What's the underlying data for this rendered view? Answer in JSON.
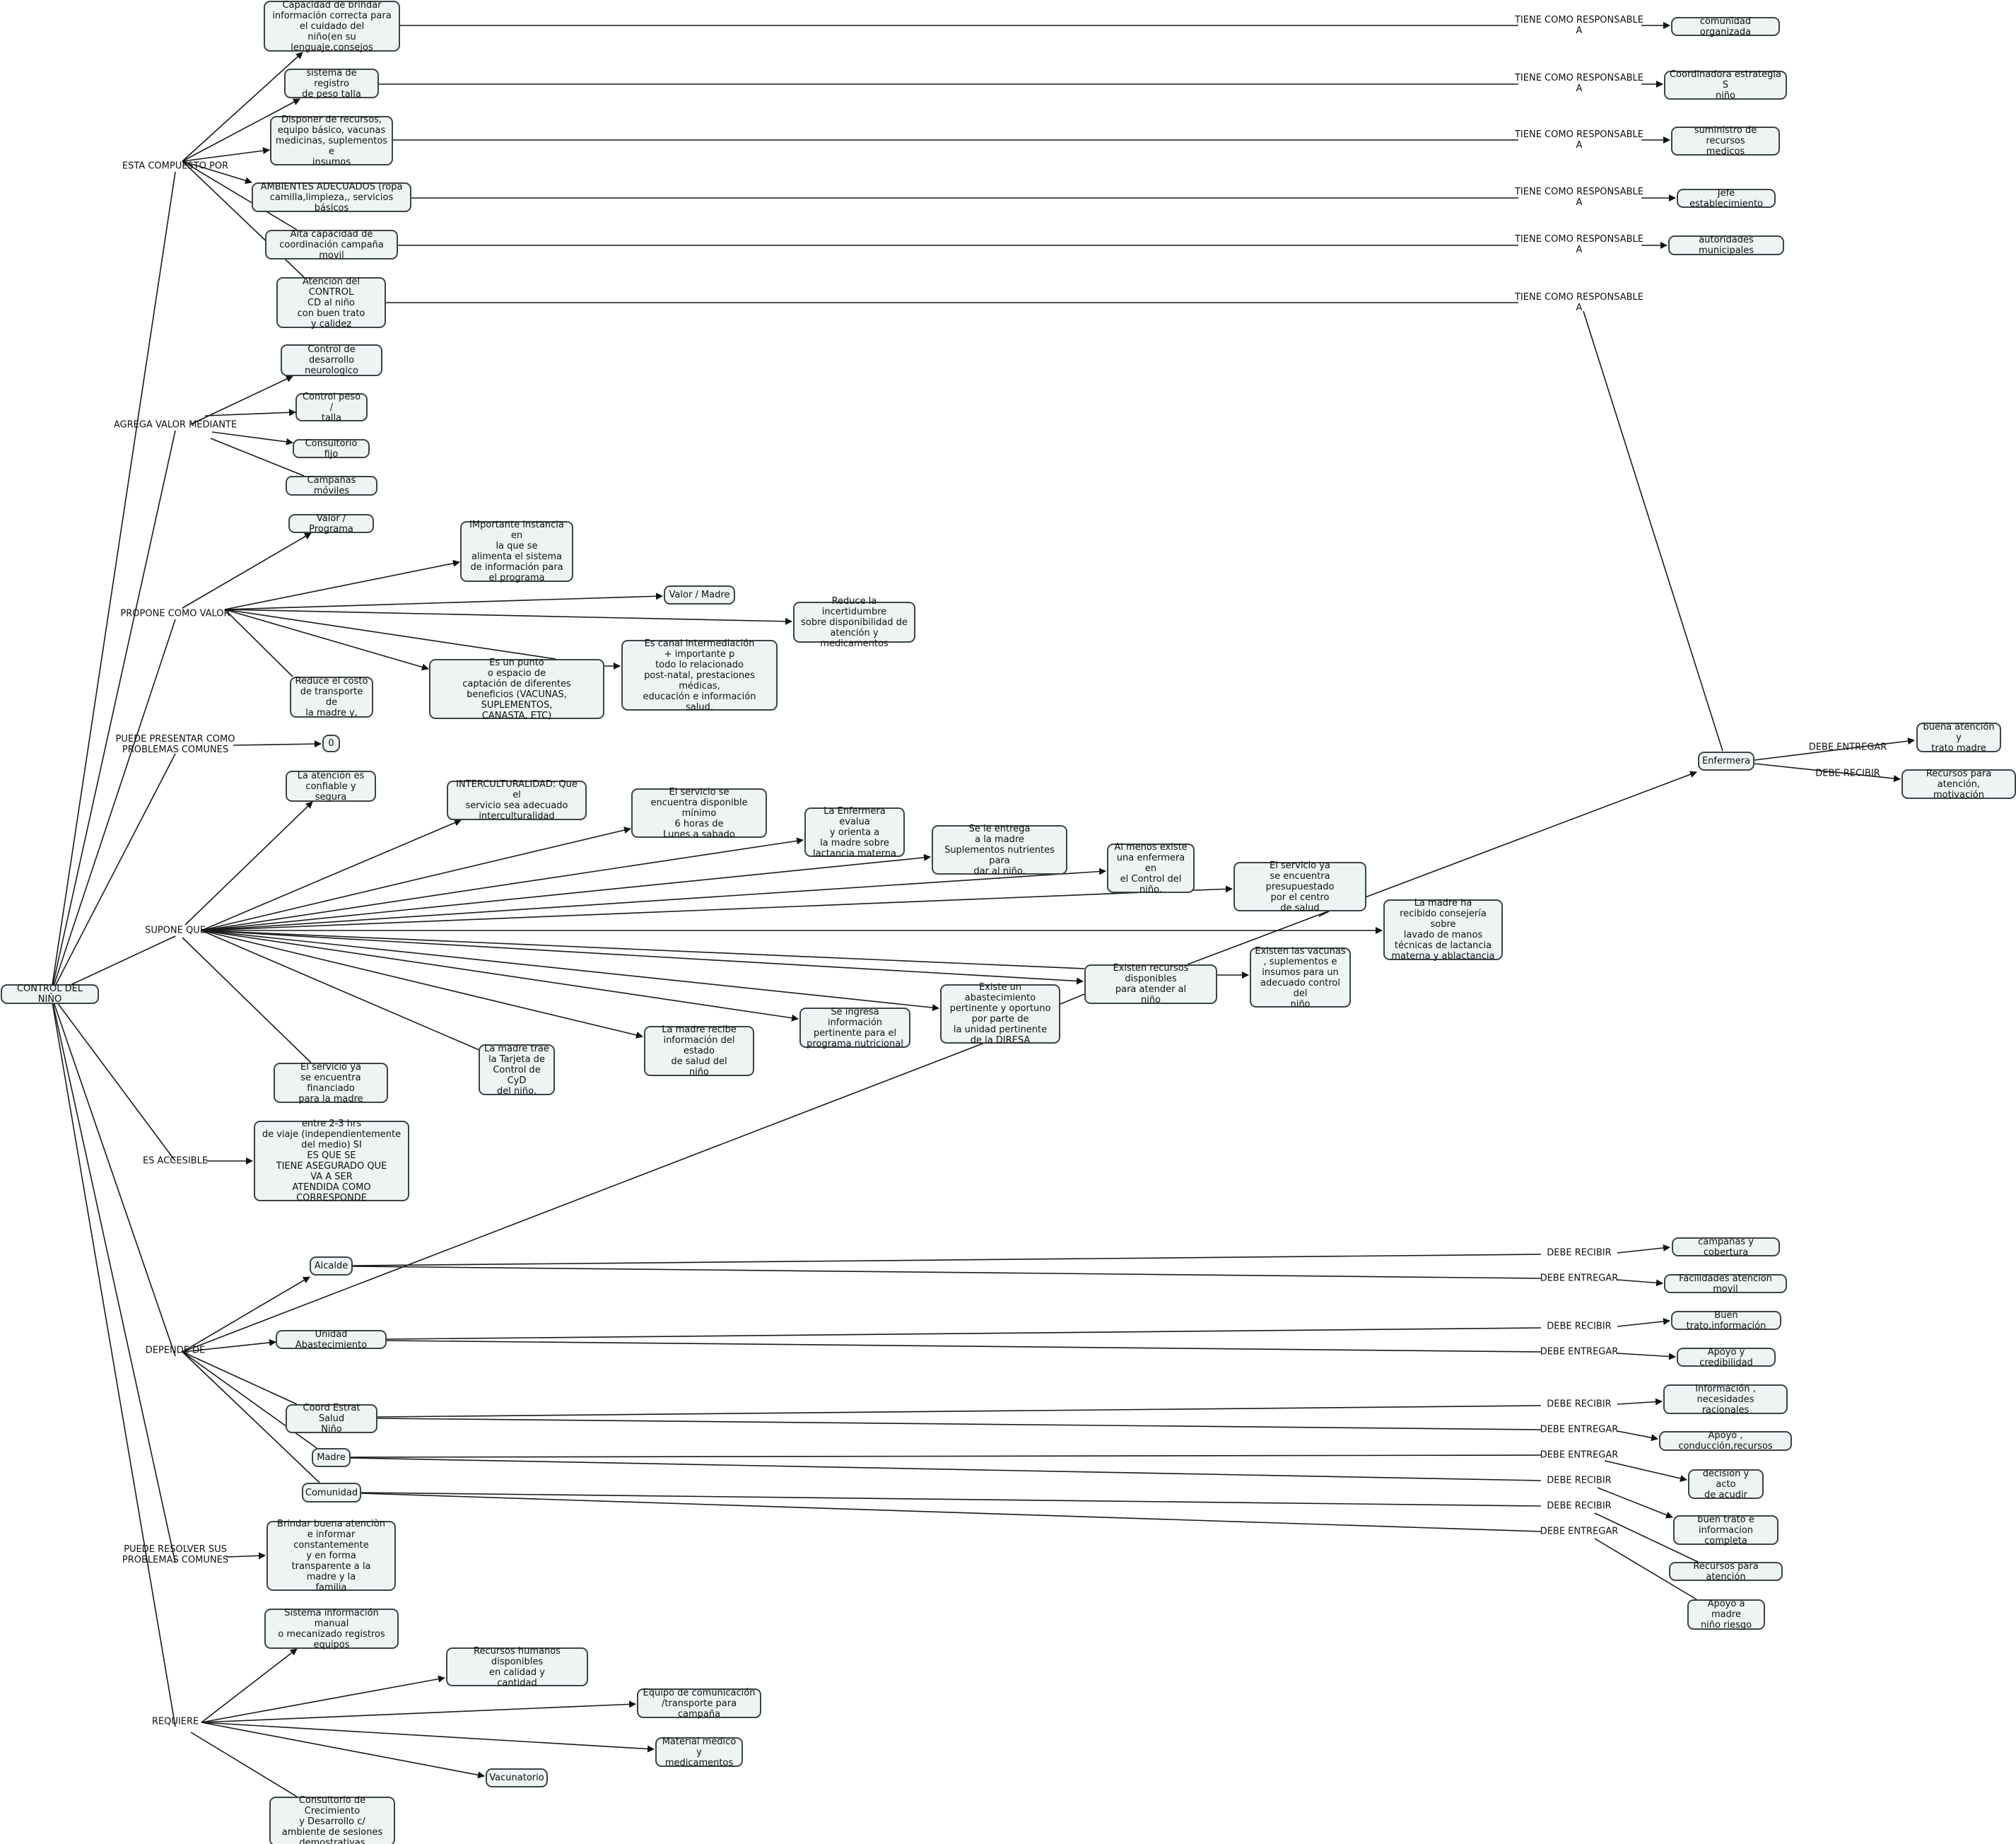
{
  "nodes": {
    "root": "CONTROL DEL NIÑO",
    "c1": "Capacidad de brindar\ninformación correcta para\nel cuidado del\nniño(en su lenguaje,consejos",
    "c2": "sistema de registro\nde peso talla",
    "c3": "Disponer de recursos,\nequipo básico, vacunas\nmedicinas, suplementos e\ninsumos",
    "c4": "AMBIENTES ADECUADOS (ropa\ncamilla,limpieza,, servicios básicos",
    "c5": "Alta capacidad de\ncoordinación campaña movil",
    "c6": "Atencion del CONTROL\nCD al niño\ncon buen trato\ny calidez",
    "r1": "comunidad organizada",
    "r2": "Coordinadora estrategia S\nniño",
    "r3": "suministro de recursos\nmedicos",
    "r4": "Jefe establecimiento",
    "r5": "autoridades municipales",
    "a1": "Control de desarrollo\nneurologico",
    "a2": "Control peso /\ntalla",
    "a3": "Consultorio fijo",
    "a4": "Campañas móviles",
    "p1": "Valor / Programa",
    "p2": "IMportante instancia en\nla que se\nalimenta el sistema\nde información para\nel programa",
    "p3": "Valor / Madre",
    "p4": "Reduce la incertidumbre\nsobre disponibilidad de\natención y medicamentos",
    "p5": "Es un punto\no espacio de\ncaptación de diferentes\nbeneficios (VACUNAS, SUPLEMENTOS,\nCANASTA, ETC)",
    "p6": "Es canal intermediación\n+ importante p\ntodo lo relacionado\npost-natal, prestaciones médicas,\neducación e información\nsalud.",
    "p7": "Reduce el costo\nde transporte de\nla madre y,",
    "pp0": "0",
    "s1": "La atención es\nconfiable y segura",
    "s2": "INTERCULTURALIDAD: Que el\nservicio sea adecuado\ninterculturalidad",
    "s3": "El servicio se\nencuentra disponible mínimo\n6 horas de\nLunes a sabado",
    "s4": "La Enfermera evalua\ny orienta a\nla madre sobre\nlactancia materna",
    "s5": "Se le entrega\na la madre\nSuplementos nutrientes para\ndar al niño.",
    "s6": "Al menos existe\nuna enfermera en\nel Control del\nniño.",
    "s7": "El servicio ya\nse encuentra presupuestado\npor el centro\nde salud",
    "s8": "La madre ha\nrecibido consejería sobre\nlavado de manos\ntécnicas de lactancia\nmaterna y ablactancia",
    "s9": "Existen recursos disponibles\npara atender al\nniño",
    "s10": "Existen las vacunas\n, suplementos e\ninsumos para un\nadecuado control del\nniño",
    "s11": "Existe un abastecimiento\npertinente y oportuno\npor parte de\nla unidad pertinente\nde la DIRESA",
    "s12": "Se ingresa información\npertinente para el\nprograma nutricional",
    "s13": "La madre recibe\ninformación del estado\nde salud del\nniño",
    "s14": "La madre trae\nla Tarjeta de\nControl de CyD\ndel niño.",
    "s15": "El servicio ya\nse encuentra financiado\npara la madre",
    "enf": "Enfermera",
    "enf1": "buena atención y\ntrato madre",
    "enf2": "Recursos para atención,\nmotivación",
    "e1": "entre 2-3 hrs\nde viaje (independientemente\ndel medio) SI\nES QUE SE\nTIENE ASEGURADO QUE\nVA A SER\nATENDIDA COMO CORRESPONDE",
    "d1": "Alcalde",
    "d2": "Unidad Abastecimiento",
    "d3": "Coord Estrat Salud\nNiño",
    "d4": "Madre",
    "d5": "Comunidad",
    "o1": "campañas y cobertura",
    "o2": "Facilidades atencion movil",
    "o3": "Buen trato,información",
    "o4": "Apoyo y credibilidad",
    "o5": "Información , necesidades\nracionales",
    "o6": "Apoyo , conducción,recursos",
    "o7": "decision y acto\nde acudir",
    "o8": "buen trato e\ninformacion completa",
    "o9": "Recursos para atención",
    "o10": "Apoyo a madre\nniño riesgo",
    "ps1": "Brindar buena atenciòn\ne informar constantemente\ny en forma\ntransparente a la\nmadre y la\nfamilia",
    "q1": "Sistema información manual\no mecanizado registros\nequipos",
    "q2": "Recursos humanos disponibles\nen calidad y\ncantidad",
    "q3": "Equipo de comunicación\n/transporte para campaña",
    "q4": "Material medico y\nmedicamentos",
    "q5": "Vacunatorio",
    "q6": "Consultorio de Crecimiento\ny Desarrollo c/\nambiente de sesiones\ndemostrativas"
  },
  "labels": {
    "L_comp": "ESTA COMPUESTO POR",
    "L_agrega": "AGREGA VALOR MEDIANTE",
    "L_propone": "PROPONE COMO VALOR",
    "L_puede": "PUEDE PRESENTAR COMO\nPROBLEMAS COMUNES",
    "L_supone": "SUPONE QUE",
    "L_acces": "ES ACCESIBLE",
    "L_depende": "DEPENDE DE",
    "L_resolver": "PUEDE RESOLVER SUS\nPROBLEMAS COMUNES",
    "L_requiere": "REQUIERE",
    "T1": "TIENE COMO RESPONSABLE\nA",
    "T2": "TIENE COMO RESPONSABLE\nA",
    "T3": "TIENE COMO RESPONSABLE\nA",
    "T4": "TIENE COMO RESPONSABLE\nA",
    "T5": "TIENE COMO RESPONSABLE\nA",
    "T6": "TIENE COMO RESPONSABLE\nA",
    "EE": "DEBE ENTREGAR",
    "ER": "DEBE RECIBIR",
    "D1R": "DEBE RECIBIR",
    "D1E": "DEBE ENTREGAR",
    "D2R": "DEBE RECIBIR",
    "D2E": "DEBE ENTREGAR",
    "D3R": "DEBE RECIBIR",
    "D3E": "DEBE ENTREGAR",
    "D4E": "DEBE ENTREGAR",
    "D4R": "DEBE RECIBIR",
    "D5R": "DEBE RECIBIR",
    "D5E": "DEBE ENTREGAR"
  }
}
